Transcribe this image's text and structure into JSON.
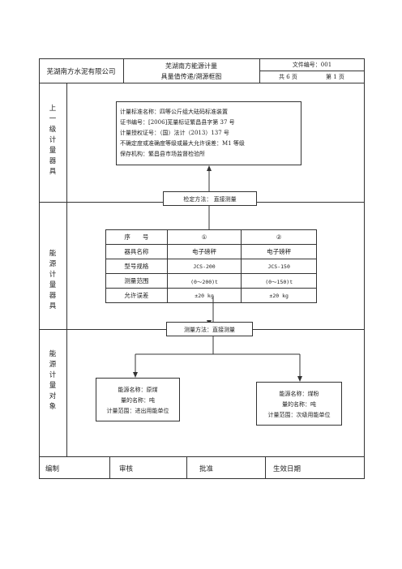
{
  "header": {
    "company": "芜湖南方水泥有限公司",
    "title_line1": "芜湖南方能源计量",
    "title_line2": "具量值传递/溯源框图",
    "doc_no": "文件编号：001",
    "pages_total": "共 6 页",
    "page_current": "第 1 页"
  },
  "sections": {
    "upper": [
      "上",
      "一",
      "级",
      "计",
      "量",
      "器",
      "具"
    ],
    "instruments": [
      "能",
      "源",
      "计",
      "量",
      "器",
      "具"
    ],
    "objects": [
      "能",
      "源",
      "计",
      "量",
      "对",
      "象"
    ]
  },
  "standard_box": {
    "lines": [
      "计量标准名称：四等公斤组大砝码标准装置",
      "证书编号：[2006]芜量标证繁昌县字第 37 号",
      "计量授权证号：（国）法计（2013）137 号",
      "不确定度或准确度等级或最大允许误差：M1 等级",
      "保存机构：繁昌县市场监督检验所"
    ]
  },
  "verify_method": "检定方法： 直接测量",
  "measure_method": "测量方法：直接测量",
  "instrument_table": {
    "rows": [
      [
        "序　　号",
        "①",
        "②"
      ],
      [
        "器具名称",
        "电子磅秤",
        "电子磅秤"
      ],
      [
        "型号规格",
        "JCS-200",
        "JCS-150"
      ],
      [
        "测量范围",
        "(0～200)t",
        "(0～150)t"
      ],
      [
        "允许误差",
        "±20 kg",
        "±20 kg"
      ]
    ]
  },
  "energy_left": {
    "lines": [
      "能源名称：原煤",
      "量的名称：吨",
      "计量范围：进出用能单位"
    ]
  },
  "energy_right": {
    "lines": [
      "能源名称：煤粉",
      "量的名称：吨",
      "计量范围：次级用能单位"
    ]
  },
  "footer": {
    "edit": "编制",
    "review": "审核",
    "approve": "批准",
    "effective_date": "生效日期"
  }
}
